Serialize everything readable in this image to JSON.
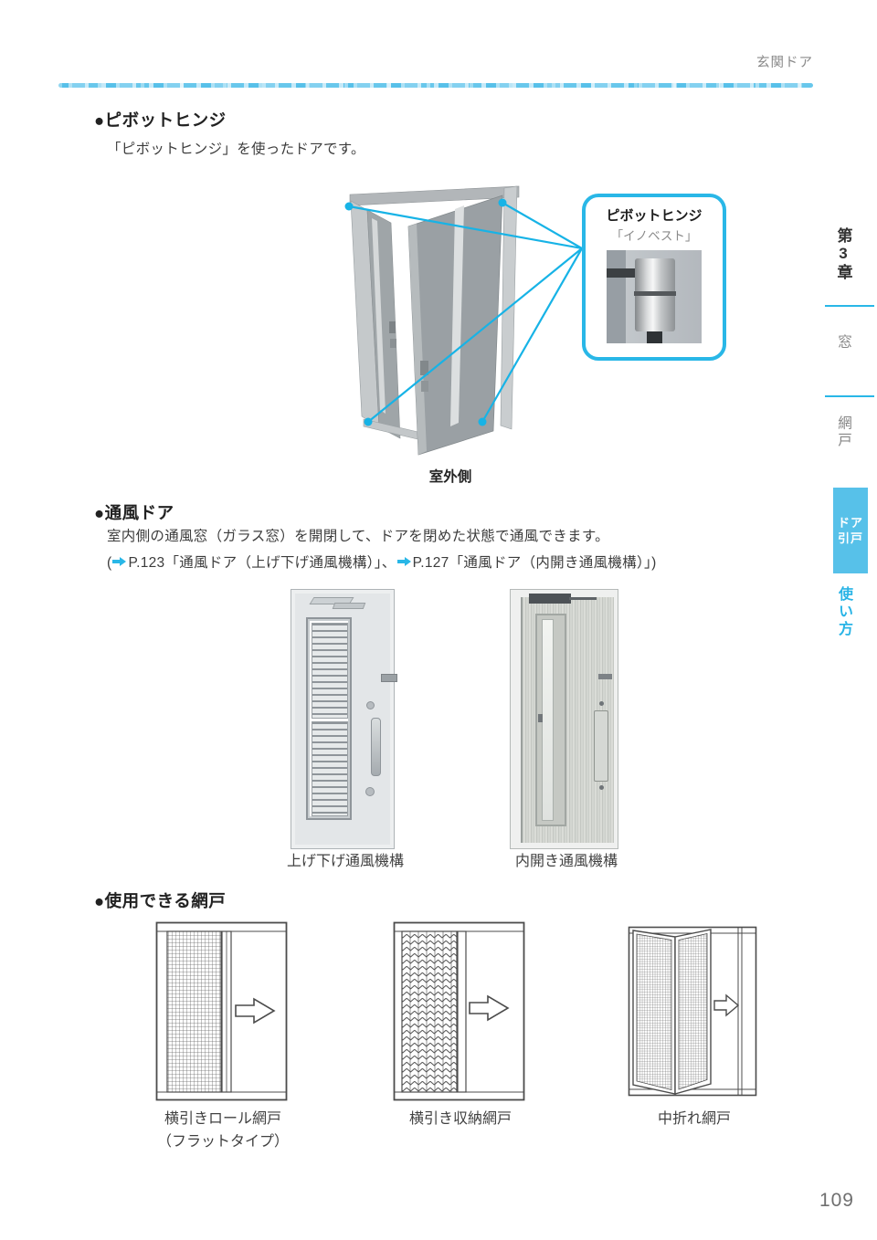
{
  "header": {
    "title": "玄関ドア"
  },
  "footer": {
    "page_number": "109"
  },
  "sidebar": {
    "chapter": "第3章",
    "tab_window": "窓",
    "tab_screen": "網戸",
    "tab_door_line1": "ドア",
    "tab_door_line2": "引戸",
    "tab_usage": "使い方"
  },
  "pivot_section": {
    "heading": "●ピボットヒンジ",
    "body": "「ピボットヒンジ」を使ったドアです。",
    "callout_title": "ピボットヒンジ",
    "callout_subtitle": "「イノベスト」",
    "diagram_caption": "室外側"
  },
  "vent_section": {
    "heading": "●通風ドア",
    "body": "室内側の通風窓（ガラス窓）を開閉して、ドアを閉めた状態で通風できます。",
    "refs_prefix": "(",
    "ref1": "P.123「通風ドア（上げ下げ通風機構）」、",
    "ref2": "P.127「通風ドア（内開き通風機構）」)",
    "door1_caption": "上げ下げ通風機構",
    "door2_caption": "内開き通風機構"
  },
  "screen_section": {
    "heading": "●使用できる網戸",
    "items": [
      {
        "caption1": "横引きロール網戸",
        "caption2": "（フラットタイプ）"
      },
      {
        "caption1": "横引き収納網戸",
        "caption2": ""
      },
      {
        "caption1": "中折れ網戸",
        "caption2": ""
      }
    ]
  },
  "colors": {
    "accent_cyan": "#29b7e7",
    "tab_blue": "#57c1e9",
    "text_dark": "#333333",
    "text_gray": "#8a8a8a"
  }
}
